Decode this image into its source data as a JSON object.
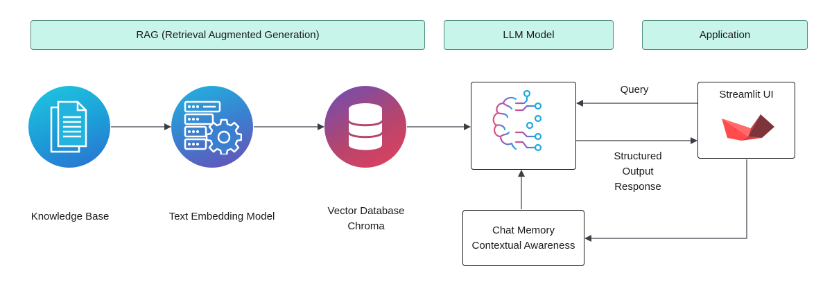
{
  "stages": {
    "rag": "RAG (Retrieval Augmented Generation)",
    "llm": "LLM Model",
    "app": "Application"
  },
  "components": {
    "knowledge_base": "Knowledge Base",
    "embedding_model": "Text Embedding Model",
    "vector_db_line1": "Vector Database",
    "vector_db_line2": "Chroma",
    "streamlit_ui": "Streamlit UI",
    "chat_memory_line1": "Chat Memory",
    "chat_memory_line2": "Contextual Awareness"
  },
  "edges": {
    "query": "Query",
    "output_line1": "Structured",
    "output_line2": "Output",
    "output_line3": "Response"
  },
  "icons": {
    "knowledge_base": "documents-icon",
    "embedding_model": "server-gear-icon",
    "vector_db": "database-icon",
    "llm": "brain-circuit-icon",
    "streamlit": "streamlit-logo-icon"
  },
  "colors": {
    "stage_fill": "#c8f5ea",
    "stage_border": "#4e8a7c",
    "arrow": "#3a3f47"
  }
}
